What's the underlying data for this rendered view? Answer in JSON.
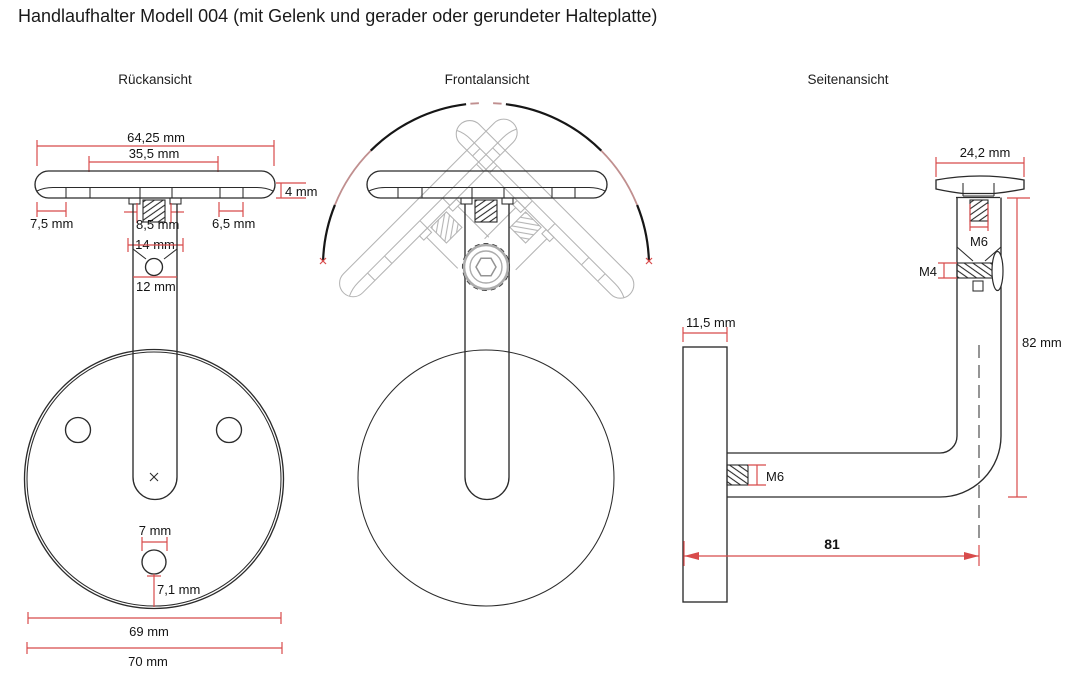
{
  "title": "Handlaufhalter Modell 004 (mit Gelenk und gerader oder gerundeter Halteplatte)",
  "colors": {
    "dimension_red": "#d84b4b",
    "outline_black": "#2b2b2b",
    "ghost_gray": "#b4b4b4",
    "arc_rose": "#c08f8f"
  },
  "views": {
    "rear": {
      "label": "Rückansicht",
      "dims": {
        "total_width": "64,25 mm",
        "inner_width": "35,5 mm",
        "plate_thickness": "4 mm",
        "left_offset": "7,5 mm",
        "slot_width": "8,5 mm",
        "right_offset": "6,5 mm",
        "fork_width": "14 mm",
        "stem_width": "12 mm",
        "hole_diameter": "7 mm",
        "hole_edge_distance": "7,1 mm",
        "disc_inner_diameter": "69 mm",
        "disc_outer_diameter": "70 mm"
      }
    },
    "front": {
      "label": "Frontalansicht"
    },
    "side": {
      "label": "Seitenansicht",
      "dims": {
        "plate_width": "24,2 mm",
        "top_thread": "M6",
        "joint_screw": "M4",
        "height": "82 mm",
        "wall_plate_thickness": "11,5 mm",
        "arm_thread": "M6",
        "depth": "81"
      }
    }
  }
}
